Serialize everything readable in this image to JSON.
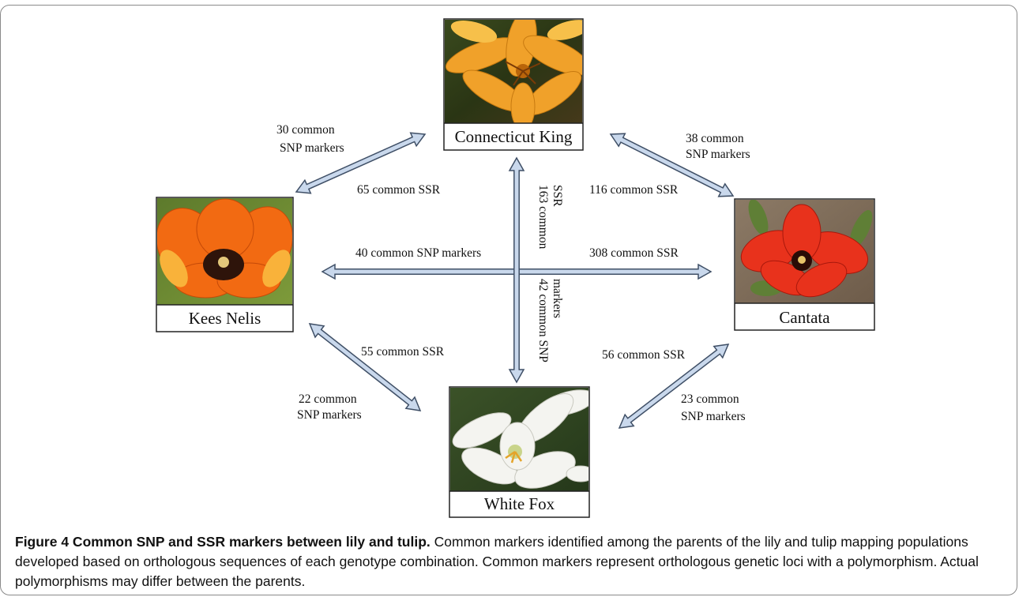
{
  "nodes": {
    "connecticut_king": "Connecticut  King",
    "kees_nelis": "Kees Nelis",
    "cantata": "Cantata",
    "white_fox": "White Fox"
  },
  "labels": {
    "ck_kn_snp": [
      "30 common",
      "SNP markers"
    ],
    "ck_kn_ssr": "65 common SSR",
    "ck_ca_snp": [
      "38 common",
      "SNP  markers"
    ],
    "ck_ca_ssr": "116 common SSR",
    "ck_wf_ssr": [
      "163 common",
      "SSR"
    ],
    "kn_ca_snp": "40 common SNP markers",
    "kn_ca_ssr": "308 common SSR",
    "wf_ck_snp": [
      "42 common SNP",
      "markers"
    ],
    "kn_wf_ssr": "55 common SSR",
    "kn_wf_snp": [
      "22 common",
      "SNP markers"
    ],
    "ca_wf_ssr": "56 common SSR",
    "ca_wf_snp": [
      "23 common",
      "SNP  markers"
    ]
  },
  "caption": {
    "title": "Figure 4 Common SNP and SSR markers between lily and tulip.",
    "body": " Common markers identified among the parents of the lily and tulip mapping populations developed based on orthologous sequences of each genotype combination. Common markers represent orthologous genetic loci with a polymorphism. Actual polymorphisms may differ between the parents."
  },
  "colors": {
    "arrow_fill": "#c9d8ec",
    "arrow_stroke": "#3f4f66",
    "lily_orange": "#f0a12a",
    "tulip_orange": "#f26a12",
    "tulip_red": "#e8321c",
    "lily_white": "#f4f4f0"
  }
}
